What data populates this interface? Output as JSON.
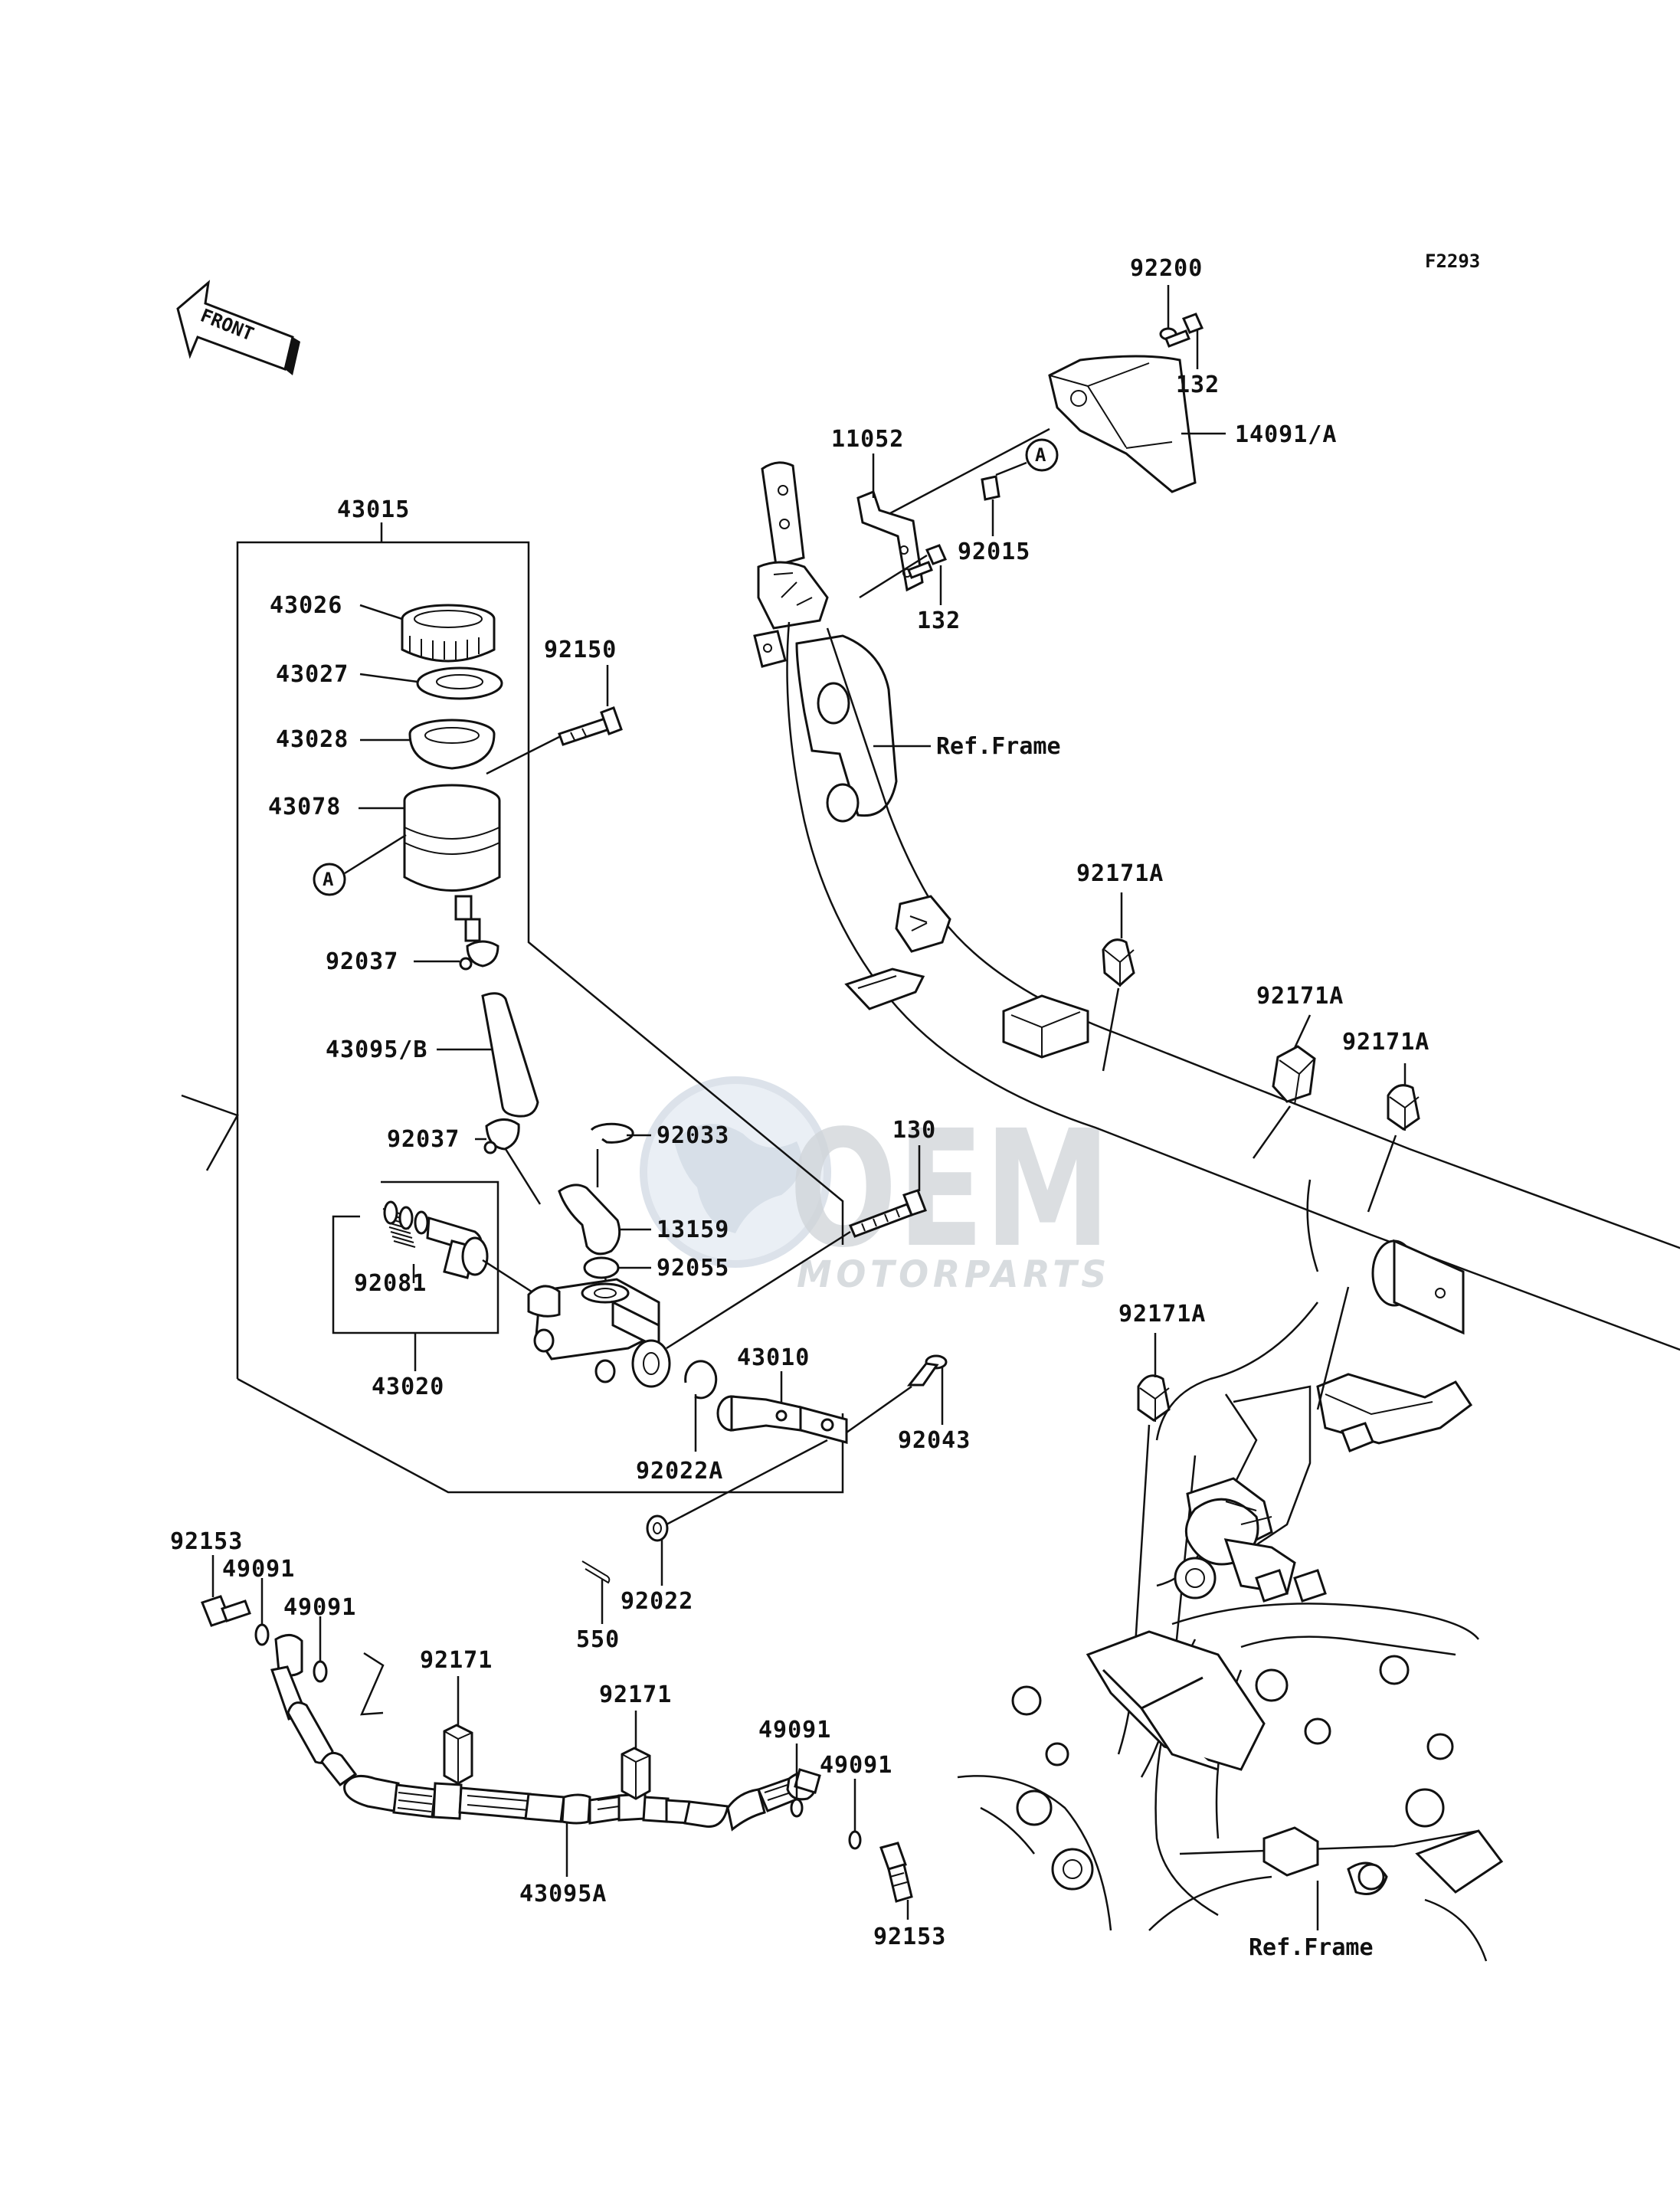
{
  "diagram_code": "F2293",
  "front_arrow_label": "FRONT",
  "callout_marker": "A",
  "parts": {
    "p43015": "43015",
    "p43026": "43026",
    "p43027": "43027",
    "p43028": "43028",
    "p43078": "43078",
    "p92037_top": "92037",
    "p43095b": "43095/B",
    "p92037_mid": "92037",
    "p92081": "92081",
    "p43020": "43020",
    "p92150": "92150",
    "p92033": "92033",
    "p13159": "13159",
    "p92055": "92055",
    "p130": "130",
    "p43010": "43010",
    "p92043": "92043",
    "p92022a": "92022A",
    "p92022": "92022",
    "p550": "550",
    "p92153_left": "92153",
    "p49091_a": "49091",
    "p49091_b": "49091",
    "p92171_a": "92171",
    "p92171_b": "92171",
    "p43095a": "43095A",
    "p49091_c": "49091",
    "p49091_d": "49091",
    "p92153_right": "92153",
    "p92200": "92200",
    "p132_top": "132",
    "p14091a": "14091/A",
    "p11052": "11052",
    "p92015": "92015",
    "p132_mid": "132",
    "p92171a_1": "92171A",
    "p92171a_2": "92171A",
    "p92171a_3": "92171A",
    "p92171a_4": "92171A"
  },
  "ref_frame_top": "Ref.Frame",
  "ref_frame_bottom": "Ref.Frame",
  "watermark": {
    "brand": "OEM",
    "tagline": "MOTORPARTS"
  }
}
